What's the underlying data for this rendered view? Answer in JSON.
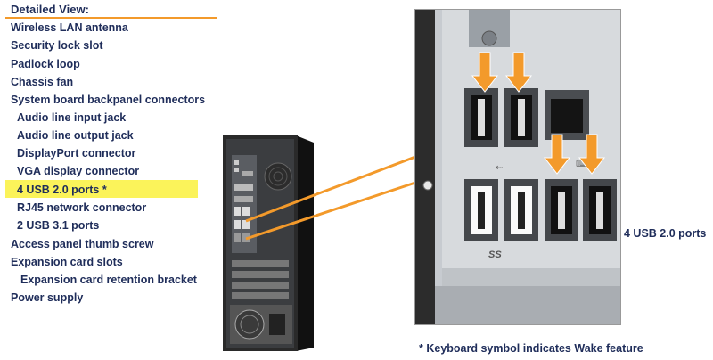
{
  "heading": "Detailed View:",
  "items": [
    {
      "label": "Wireless LAN antenna",
      "indent": 0
    },
    {
      "label": "Security lock slot",
      "indent": 0
    },
    {
      "label": "Padlock loop",
      "indent": 0
    },
    {
      "label": "Chassis fan",
      "indent": 0
    },
    {
      "label": "System board backpanel connectors",
      "indent": 0
    },
    {
      "label": "Audio line input jack",
      "indent": 1
    },
    {
      "label": "Audio line output jack",
      "indent": 1
    },
    {
      "label": "DisplayPort connector",
      "indent": 1
    },
    {
      "label": "VGA display connector",
      "indent": 1
    },
    {
      "label": "4 USB 2.0 ports *",
      "indent": 1,
      "highlighted": true
    },
    {
      "label": "RJ45 network connector",
      "indent": 1
    },
    {
      "label": "2 USB 3.1 ports",
      "indent": 1
    },
    {
      "label": "Access panel thumb screw",
      "indent": 0
    },
    {
      "label": "Expansion card slots",
      "indent": 0
    },
    {
      "label": "Expansion card retention bracket",
      "indent": 2
    },
    {
      "label": "Power supply",
      "indent": 0
    }
  ],
  "callout": {
    "label": "4 USB 2.0 ports",
    "usb_logo_text": "SS",
    "arrow_count": 4
  },
  "footnote": "* Keyboard symbol indicates Wake feature",
  "colors": {
    "text": "#1f2d5a",
    "accent": "#f39a2b",
    "highlight": "#fbf35a",
    "chassis": "#2b2b2b",
    "panel": "#c9cdd2"
  }
}
